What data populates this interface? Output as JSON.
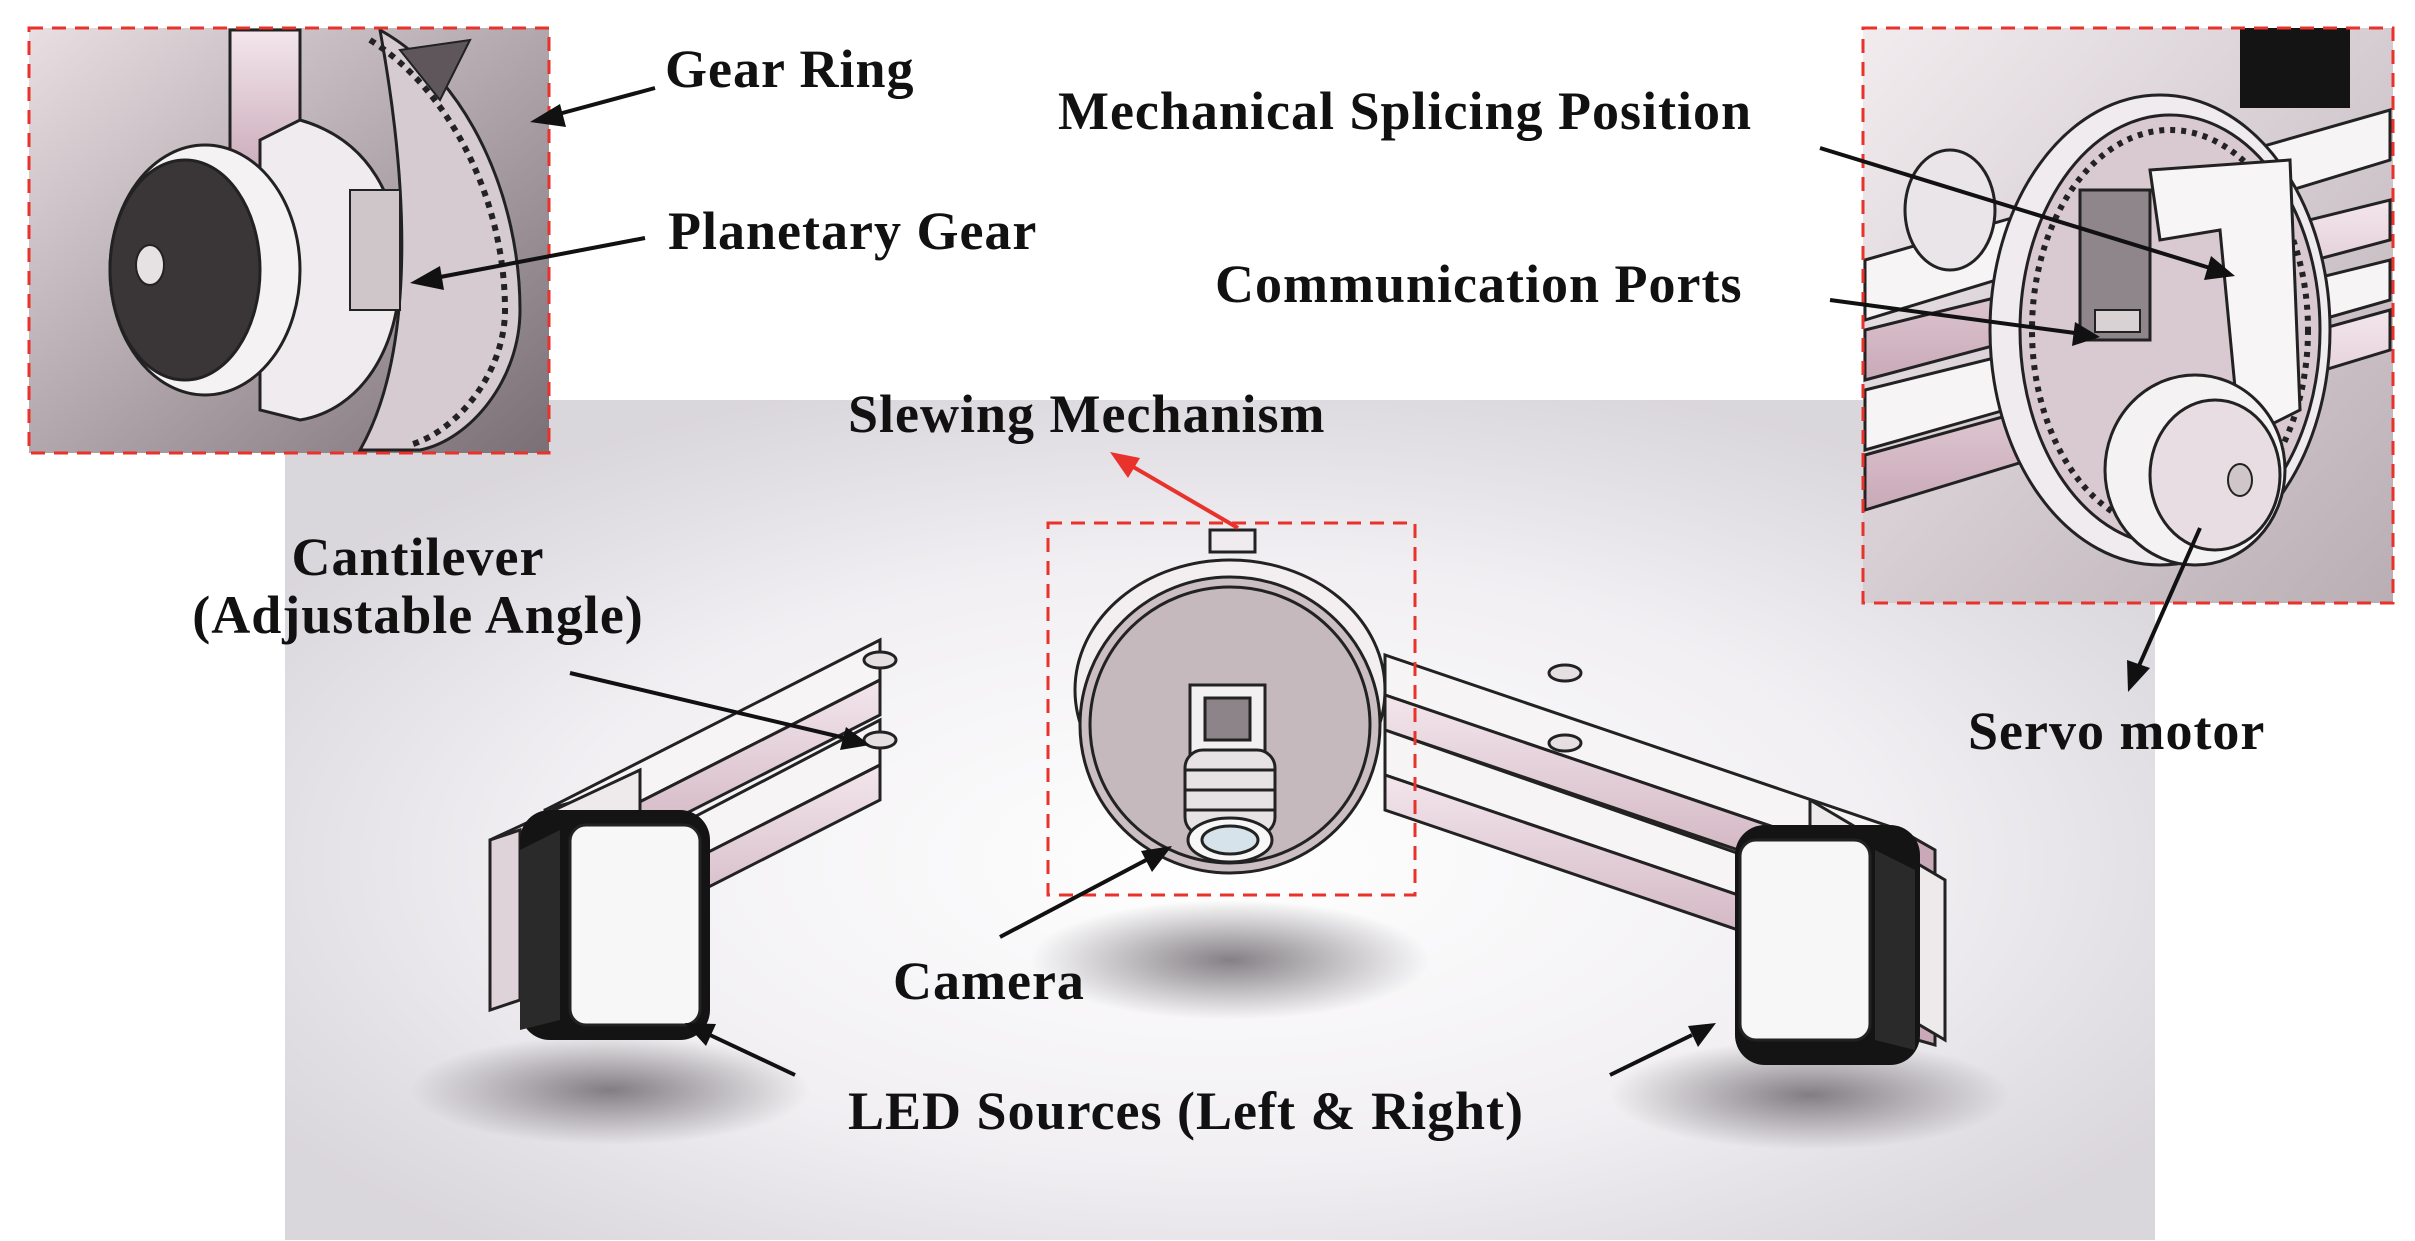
{
  "labels": {
    "gear_ring": "Gear Ring",
    "planetary_gear": "Planetary Gear",
    "mechanical_splicing": "Mechanical Splicing Position",
    "communication_ports": "Communication Ports",
    "slewing_mechanism": "Slewing Mechanism",
    "cantilever_line1": "Cantilever",
    "cantilever_line2": "(Adjustable Angle)",
    "servo_motor": "Servo motor",
    "camera": "Camera",
    "led_sources": "LED Sources (Left & Right)"
  },
  "colors": {
    "callout_red": "#e8322b",
    "arrow_black": "#111111",
    "part_pink": "#e9d3de",
    "part_white": "#f6f4f4",
    "shadow_grey": "#9a9498",
    "led_black": "#141414"
  }
}
